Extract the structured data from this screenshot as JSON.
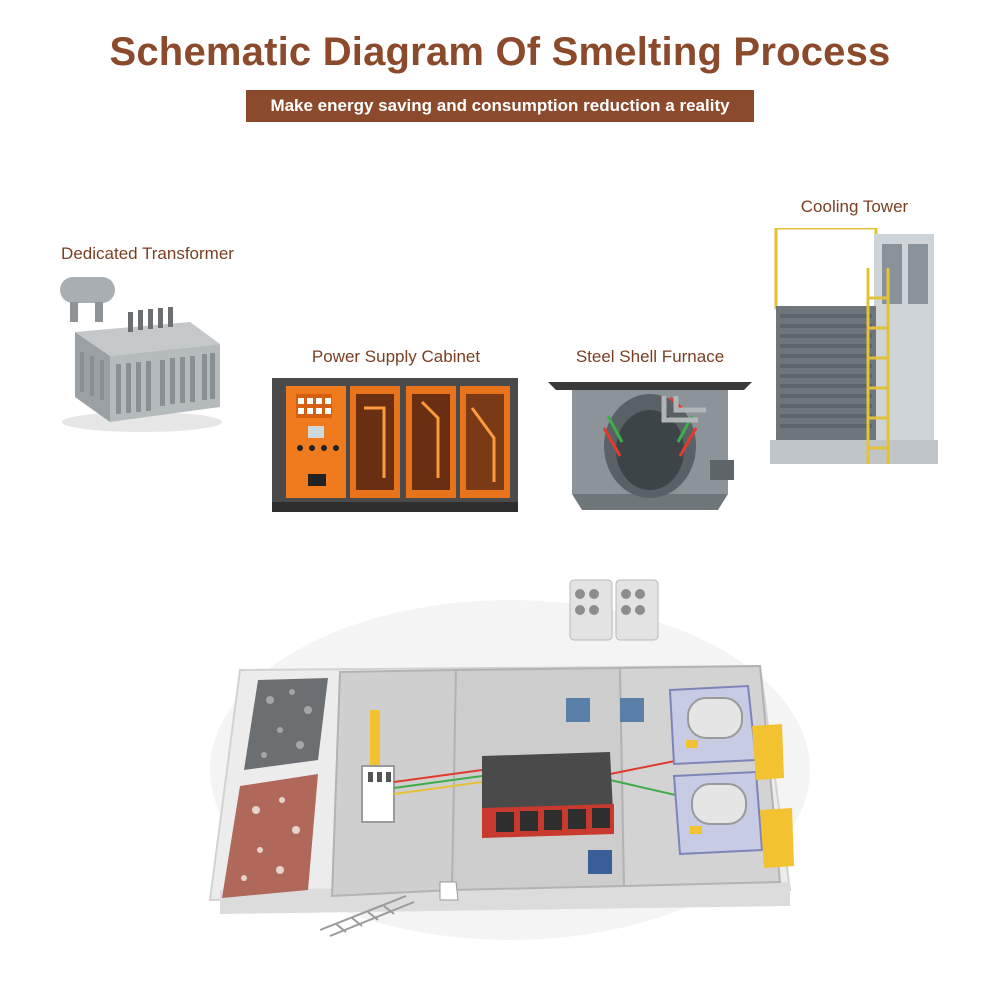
{
  "header": {
    "title": "Schematic Diagram Of Smelting Process",
    "subtitle": "Make energy saving and consumption reduction a reality"
  },
  "equipment": {
    "transformer": "Dedicated Transformer",
    "power_cabinet": "Power Supply Cabinet",
    "furnace": "Steel Shell Furnace",
    "cooling_tower": "Cooling Tower"
  },
  "colors": {
    "brand": "#8b4a2b",
    "cabinet_orange": "#f07a1e",
    "floor_gray": "#cfcfcf",
    "furnace_yellow": "#f2c230"
  }
}
